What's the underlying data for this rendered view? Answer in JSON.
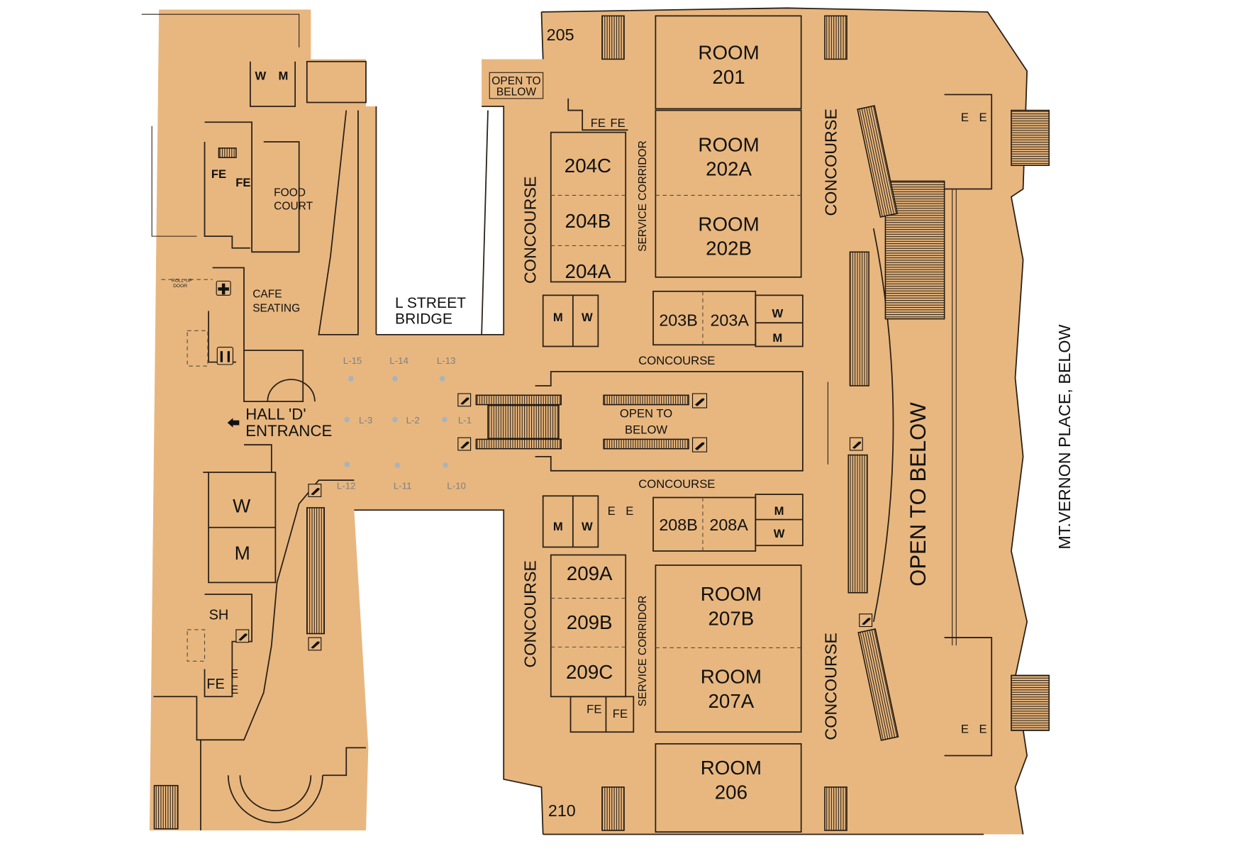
{
  "colors": {
    "floor": "#E8B77F",
    "wall": "#2A2118",
    "column_label": "#7B7F86",
    "background": "#FFFFFF"
  },
  "rooms": {
    "r205": "205",
    "r210": "210",
    "r201": [
      "ROOM",
      "201"
    ],
    "r202a": [
      "ROOM",
      "202A"
    ],
    "r202b": [
      "ROOM",
      "202B"
    ],
    "r207b": [
      "ROOM",
      "207B"
    ],
    "r207a": [
      "ROOM",
      "207A"
    ],
    "r206": [
      "ROOM",
      "206"
    ],
    "r204c": "204C",
    "r204b": "204B",
    "r204a": "204A",
    "r203b": "203B",
    "r203a": "203A",
    "r208b": "208B",
    "r208a": "208A",
    "r209a": "209A",
    "r209b": "209B",
    "r209c": "209C"
  },
  "areas": {
    "open_below_small": [
      "OPEN TO",
      "BELOW"
    ],
    "open_below_center": [
      "OPEN TO",
      "BELOW"
    ],
    "open_below_big": "OPEN TO BELOW",
    "street": "MT.VERNON PLACE, BELOW",
    "bridge": [
      "L STREET",
      "BRIDGE"
    ],
    "food_court": [
      "FOOD",
      "COURT"
    ],
    "cafe": [
      "CAFE",
      "SEATING"
    ],
    "hall_d": [
      "HALL 'D'",
      "ENTRANCE"
    ],
    "roll_up": [
      "ROLL-UP",
      "DOOR"
    ],
    "concourse": "CONCOURSE",
    "service_corridor": "SERVICE CORRIDOR"
  },
  "facilities": {
    "W": "W",
    "M": "M",
    "FE": "FE",
    "E": "E",
    "SH": "SH"
  },
  "columns": [
    "L-1",
    "L-2",
    "L-3",
    "L-10",
    "L-11",
    "L-12",
    "L-13",
    "L-14",
    "L-15"
  ]
}
